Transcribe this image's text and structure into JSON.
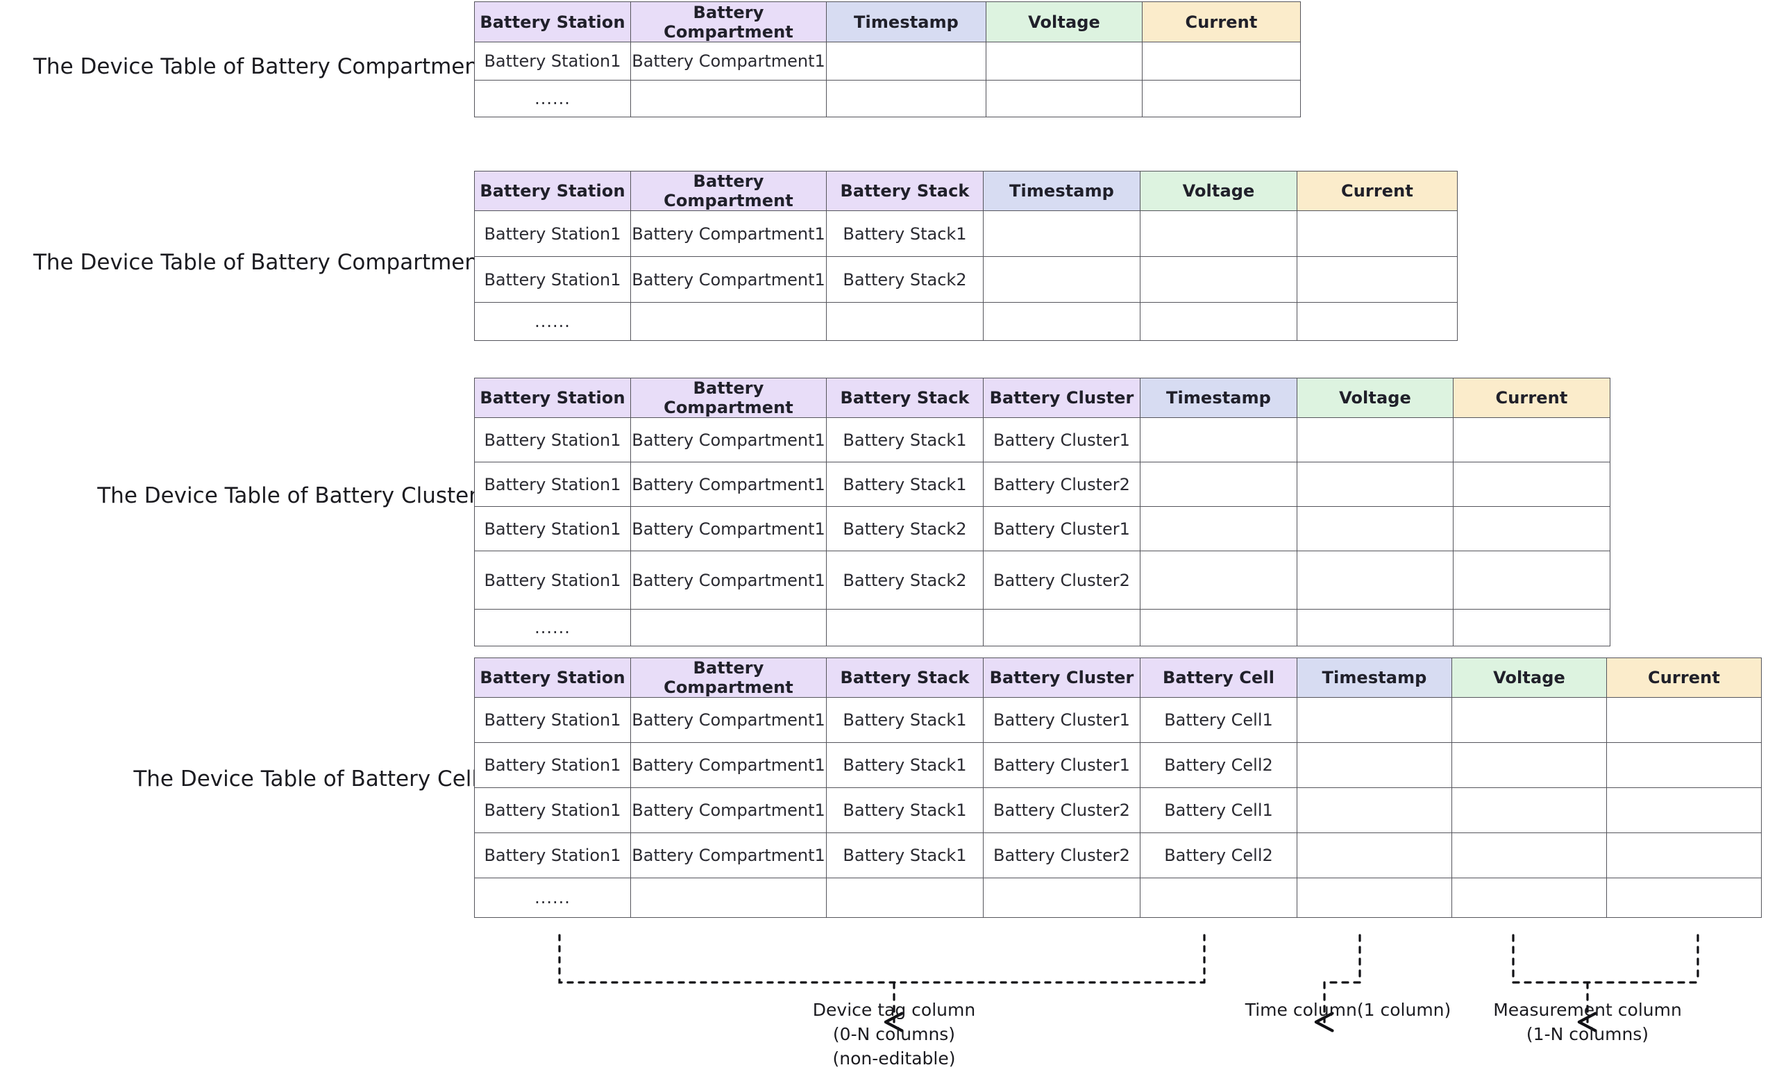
{
  "headers": {
    "battery_station": "Battery Station",
    "battery_compartment": "Battery Compartment",
    "battery_stack": "Battery Stack",
    "battery_cluster": "Battery Cluster",
    "battery_cell": "Battery Cell",
    "timestamp": "Timestamp",
    "voltage": "Voltage",
    "current": "Current"
  },
  "colors": {
    "tag_header": "#e8ddf8",
    "time_header": "#d7dcf2",
    "voltage_header": "#ddf3e0",
    "current_header": "#fbeccb",
    "border": "#55555c",
    "text": "#1b1b20"
  },
  "ellipsis": "......",
  "tables": [
    {
      "caption": "The Device Table of Battery Compartment",
      "columns": [
        {
          "label": "Battery Station",
          "kind": "tag"
        },
        {
          "label": "Battery Compartment",
          "kind": "tag"
        },
        {
          "label": "Timestamp",
          "kind": "time"
        },
        {
          "label": "Voltage",
          "kind": "measure"
        },
        {
          "label": "Current",
          "kind": "measure"
        }
      ],
      "rows": [
        [
          "Battery Station1",
          "Battery Compartment1",
          "",
          "",
          ""
        ],
        [
          "......",
          "",
          "",
          "",
          ""
        ]
      ]
    },
    {
      "caption": "The Device Table of Battery Compartment",
      "columns": [
        {
          "label": "Battery Station",
          "kind": "tag"
        },
        {
          "label": "Battery Compartment",
          "kind": "tag"
        },
        {
          "label": "Battery Stack",
          "kind": "tag"
        },
        {
          "label": "Timestamp",
          "kind": "time"
        },
        {
          "label": "Voltage",
          "kind": "measure"
        },
        {
          "label": "Current",
          "kind": "measure"
        }
      ],
      "rows": [
        [
          "Battery Station1",
          "Battery Compartment1",
          "Battery Stack1",
          "",
          "",
          ""
        ],
        [
          "Battery Station1",
          "Battery Compartment1",
          "Battery Stack2",
          "",
          "",
          ""
        ],
        [
          "......",
          "",
          "",
          "",
          "",
          ""
        ]
      ]
    },
    {
      "caption": "The Device Table of Battery Cluster",
      "columns": [
        {
          "label": "Battery Station",
          "kind": "tag"
        },
        {
          "label": "Battery Compartment",
          "kind": "tag"
        },
        {
          "label": "Battery Stack",
          "kind": "tag"
        },
        {
          "label": "Battery Cluster",
          "kind": "tag"
        },
        {
          "label": "Timestamp",
          "kind": "time"
        },
        {
          "label": "Voltage",
          "kind": "measure"
        },
        {
          "label": "Current",
          "kind": "measure"
        }
      ],
      "rows": [
        [
          "Battery Station1",
          "Battery Compartment1",
          "Battery Stack1",
          "Battery Cluster1",
          "",
          "",
          ""
        ],
        [
          "Battery Station1",
          "Battery Compartment1",
          "Battery Stack1",
          "Battery Cluster2",
          "",
          "",
          ""
        ],
        [
          "Battery Station1",
          "Battery Compartment1",
          "Battery Stack2",
          "Battery Cluster1",
          "",
          "",
          ""
        ],
        [
          "Battery Station1",
          "Battery Compartment1",
          "Battery Stack2",
          "Battery Cluster2",
          "",
          "",
          ""
        ],
        [
          "......",
          "",
          "",
          "",
          "",
          "",
          ""
        ]
      ]
    },
    {
      "caption": "The Device Table of Battery Cell",
      "columns": [
        {
          "label": "Battery Station",
          "kind": "tag"
        },
        {
          "label": "Battery Compartment",
          "kind": "tag"
        },
        {
          "label": "Battery Stack",
          "kind": "tag"
        },
        {
          "label": "Battery Cluster",
          "kind": "tag"
        },
        {
          "label": "Battery Cell",
          "kind": "tag"
        },
        {
          "label": "Timestamp",
          "kind": "time"
        },
        {
          "label": "Voltage",
          "kind": "measure"
        },
        {
          "label": "Current",
          "kind": "measure"
        }
      ],
      "rows": [
        [
          "Battery Station1",
          "Battery Compartment1",
          "Battery Stack1",
          "Battery Cluster1",
          "Battery Cell1",
          "",
          "",
          ""
        ],
        [
          "Battery Station1",
          "Battery Compartment1",
          "Battery Stack1",
          "Battery Cluster1",
          "Battery Cell2",
          "",
          "",
          ""
        ],
        [
          "Battery Station1",
          "Battery Compartment1",
          "Battery Stack1",
          "Battery Cluster2",
          "Battery Cell1",
          "",
          "",
          ""
        ],
        [
          "Battery Station1",
          "Battery Compartment1",
          "Battery Stack1",
          "Battery Cluster2",
          "Battery Cell2",
          "",
          "",
          ""
        ],
        [
          "......",
          "",
          "",
          "",
          "",
          "",
          "",
          ""
        ]
      ]
    }
  ],
  "annotations": [
    {
      "id": "device-tag-column",
      "lines": [
        "Device tag column",
        "(0-N columns)",
        "(non-editable)"
      ]
    },
    {
      "id": "time-column",
      "lines": [
        "Time column(1 column)"
      ]
    },
    {
      "id": "measurement-column",
      "lines": [
        "Measurement column",
        "(1-N columns)"
      ]
    }
  ]
}
